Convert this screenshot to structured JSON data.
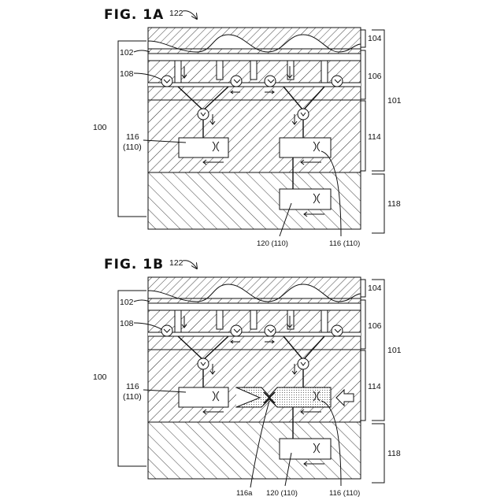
{
  "figures": [
    {
      "title": "FIG. 1A",
      "labels": {
        "ref122": "122",
        "ref104": "104",
        "ref106": "106",
        "ref101": "101",
        "ref114": "114",
        "ref118": "118",
        "ref102": "102",
        "ref108": "108",
        "ref100": "100",
        "ref116_left": "116",
        "ref110_left": "(110)",
        "ref120": "120 (110)",
        "ref116_right": "116 (110)"
      }
    },
    {
      "title": "FIG. 1B",
      "labels": {
        "ref122": "122",
        "ref104": "104",
        "ref106": "106",
        "ref101": "101",
        "ref114": "114",
        "ref118": "118",
        "ref102": "102",
        "ref108": "108",
        "ref100": "100",
        "ref116_left": "116",
        "ref110_left": "(110)",
        "ref116a": "116a",
        "ref120": "120 (110)",
        "ref116_right": "116 (110)"
      }
    }
  ],
  "colors": {
    "line": "#111111",
    "background": "#ffffff",
    "fill_dotted": "#d9d9d9"
  }
}
